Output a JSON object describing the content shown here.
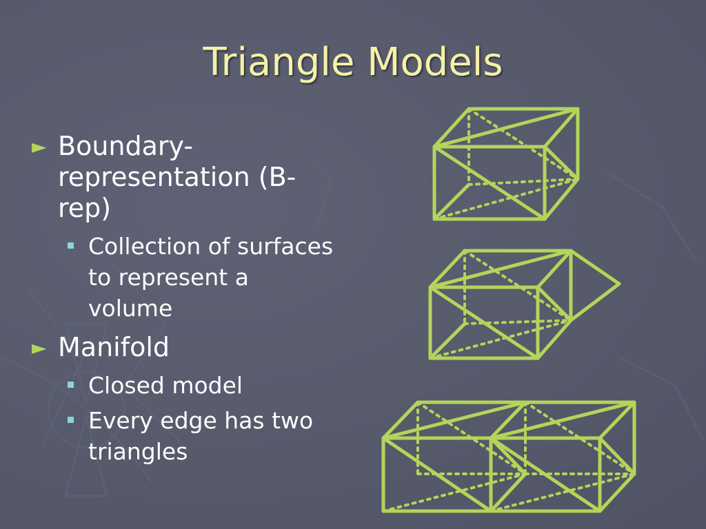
{
  "slide": {
    "title": "Triangle Models",
    "bullets": [
      {
        "level1": "Boundary-representation (B-rep)",
        "subitems": [
          "Collection of surfaces to represent a volume"
        ]
      },
      {
        "level1": "Manifold",
        "subitems": [
          "Closed model",
          "Every edge has two triangles"
        ]
      }
    ],
    "colors": {
      "background": "#565a6b",
      "title": "#f4f1a8",
      "wireframe": "#b3d55a",
      "sub_bullet": "#8fd4d8"
    },
    "icons": {
      "bullet_level1": "triangle-right-icon",
      "bullet_level2": "square-icon"
    }
  }
}
